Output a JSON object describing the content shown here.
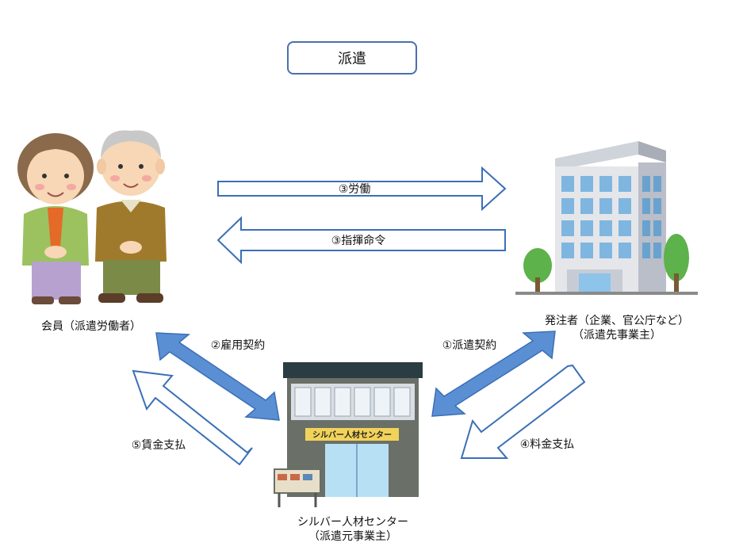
{
  "title": "派遣",
  "arrows": {
    "labor": "③労働",
    "command": "③指揮命令",
    "employment_contract": "②雇用契約",
    "dispatch_contract": "①派遣契約",
    "wage_payment": "⑤賃金支払",
    "fee_payment": "④料金支払"
  },
  "actors": {
    "member": "会員（派遣労働者）",
    "client_line1": "発注者（企業、官公庁など）",
    "client_line2": "（派遣先事業主）",
    "center_line1": "シルバー人材センター",
    "center_line2": "（派遣元事業主）",
    "center_sign": "シルバー人材センター"
  },
  "colors": {
    "arrow_outline": "#3b6fb6",
    "arrow_fill_solid": "#5b8fd4",
    "title_border": "#4a6fb0"
  }
}
